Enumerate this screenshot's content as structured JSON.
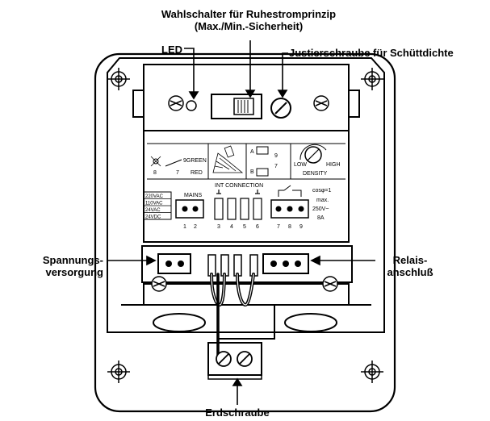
{
  "callouts": {
    "wahlschalter_line1": "Wahlschalter für Ruhestromprinzip",
    "wahlschalter_line2": "(Max./Min.-Sicherheit)",
    "led": "LED",
    "justierschraube": "Justierschraube für Schüttdichte",
    "spannung_line1": "Spannungs-",
    "spannung_line2": "versorgung",
    "relais_line1": "Relais-",
    "relais_line2": "anschluß",
    "erdschraube": "Erdschraube"
  },
  "panel": {
    "led_legend_green": "9GREEN",
    "led_legend_red": "RED",
    "led_legend_8": "8",
    "led_legend_7": "7",
    "mode_a": "A",
    "mode_b": "B",
    "mode_9": "9",
    "mode_7": "7",
    "density_low": "LOW",
    "density_high": "HIGH",
    "density_label": "DENSITY",
    "int_connection": "INT CONNECTION",
    "mains": "MAINS",
    "voltages": [
      "220VAC",
      "110VAC",
      "24VAC",
      "24VDC"
    ],
    "cosphi": "cosφ=1",
    "max": "max.",
    "rating_v": "250V~",
    "rating_a": "8A",
    "terminal_numbers": [
      "1",
      "2",
      "3",
      "4",
      "5",
      "6",
      "7",
      "8",
      "9"
    ]
  }
}
